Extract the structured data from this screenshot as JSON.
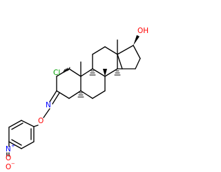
{
  "molecule": {
    "labels": {
      "hydroxyl": "OH",
      "chlorine": "Cl",
      "imine_nitrogen": "N",
      "oxime_oxygen": "O",
      "nitro_oxygen_top": "O",
      "nitro_oxygen_bottom": "O",
      "nitro_nitrogen": "N",
      "nitro_n_charge": "+",
      "nitro_o_charge": "−"
    },
    "colors": {
      "bond": "#000000",
      "oxygen": "#ff0000",
      "nitrogen": "#0000ff",
      "chlorine": "#00a000"
    }
  }
}
